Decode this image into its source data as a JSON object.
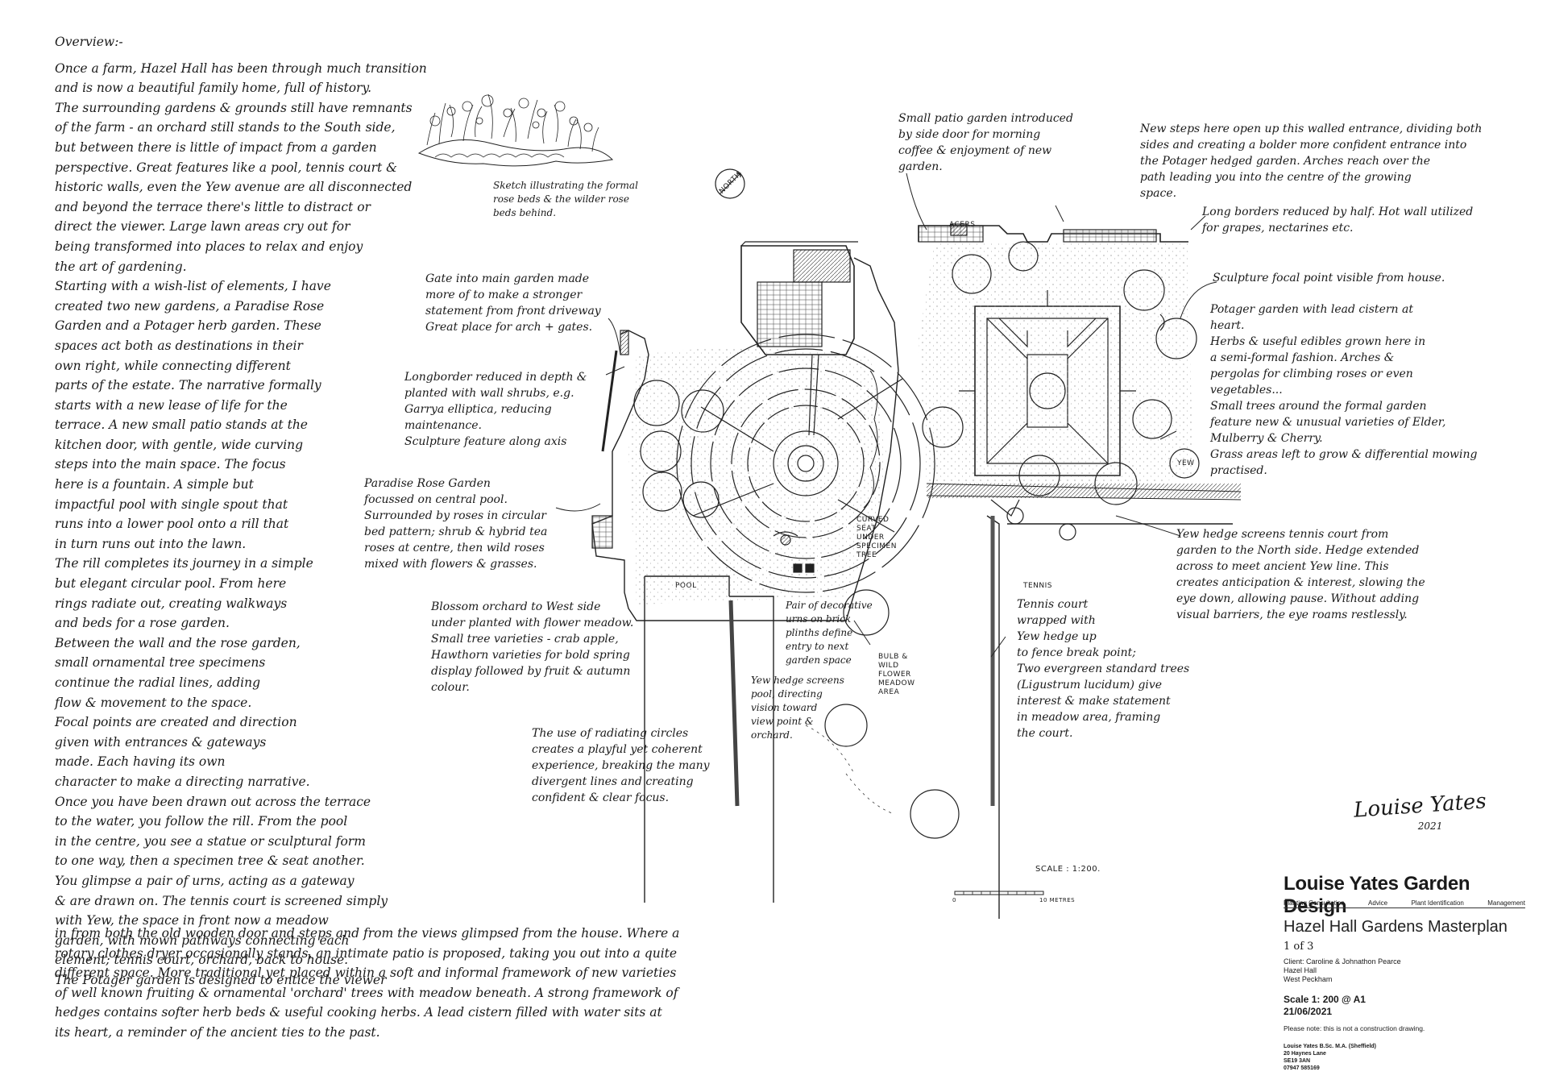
{
  "overview": {
    "heading": "Overview:-",
    "lines": [
      "Once a farm, Hazel Hall has been through much transition",
      "and is now a beautiful family home, full of history.",
      "The surrounding gardens & grounds still have remnants",
      "of the farm - an orchard still stands to the South side,",
      "but between there is little of impact from a garden",
      "perspective. Great features like a pool, tennis court &",
      "historic walls, even the Yew avenue are all disconnected",
      "and beyond the terrace there's little to distract or",
      "direct the viewer. Large lawn areas cry out for",
      "being transformed into places to relax and enjoy",
      "the art of gardening.",
      "Starting with a wish-list of elements, I have",
      "created two new gardens, a Paradise Rose",
      "Garden and a Potager herb garden. These",
      "spaces act both as destinations in their",
      "own right, while connecting different",
      "parts of the estate. The narrative formally",
      "starts with a new lease of life for the",
      "terrace. A new small patio stands at the",
      "kitchen door, with gentle, wide curving",
      "steps into the main space. The focus",
      "here is a fountain. A simple but",
      "impactful pool with single spout that",
      "runs into a lower pool onto a rill that",
      "in turn runs out into the lawn.",
      "The rill completes its journey in a simple",
      "but elegant circular pool. From here",
      "rings radiate out, creating walkways",
      "and beds for a rose garden.",
      "Between the wall and the rose garden,",
      "small ornamental tree specimens",
      "continue the radial lines, adding",
      "flow & movement to the space.",
      "Focal points are created and direction",
      "given with entrances & gateways",
      "made. Each having its own",
      "character to make a directing narrative.",
      "Once you have been drawn out across the terrace",
      "to the water, you follow the rill. From the pool",
      "in the centre, you see a statue or sculptural form",
      "to one way, then a specimen tree & seat another.",
      "You glimpse a pair of urns, acting as a gateway",
      "& are drawn on. The tennis court is screened simply",
      "with Yew, the space in front now a meadow",
      "garden, with mown pathways connecting each",
      "element; tennis court, orchard, back to house.",
      "The Potager garden is designed to entice the viewer"
    ],
    "wide_lines": [
      "in from both the old wooden door and steps and from the views glimpsed from the house. Where a",
      "rotary clothes dryer occasionally stands, an intimate patio is proposed, taking you out into a quite",
      "different space. More traditional yet placed within a soft and informal framework of new varieties",
      "of well known fruiting & ornamental 'orchard' trees with meadow beneath. A strong framework of",
      "hedges contains softer herb beds & useful cooking herbs. A lead cistern filled with water sits at",
      "its heart, a reminder of the ancient ties to the past."
    ]
  },
  "sketch_caption": [
    "Sketch illustrating the formal",
    "rose beds & the wilder rose",
    "beds behind."
  ],
  "annotations": {
    "gate": [
      "Gate into main garden made",
      "more of to make a stronger",
      "statement from front driveway",
      "Great place for arch + gates."
    ],
    "longborder": [
      "Longborder reduced in depth &",
      "planted with wall shrubs, e.g.",
      "Garrya elliptica, reducing",
      "maintenance.",
      "Sculpture feature along axis"
    ],
    "rose_garden": [
      "Paradise Rose Garden",
      "focussed on central pool.",
      "Surrounded by roses in circular",
      "bed pattern; shrub & hybrid tea",
      "roses at centre, then wild roses",
      "mixed with flowers & grasses."
    ],
    "orchard": [
      "Blossom orchard to West side",
      "under planted with flower meadow.",
      "Small tree varieties - crab apple,",
      "Hawthorn varieties for bold spring",
      "display followed by fruit & autumn",
      "colour."
    ],
    "urns": [
      "Pair of decorative",
      "urns on brick",
      "plinths define",
      "entry to next",
      "garden space"
    ],
    "yew_pool": [
      "Yew hedge screens",
      "pool, directing",
      "vision toward",
      "view point &",
      "orchard."
    ],
    "circles": [
      "The use of radiating circles",
      "creates a playful yet coherent",
      "experience, breaking the many",
      "divergent lines and creating",
      "confident & clear focus."
    ],
    "patio": [
      "Small patio garden introduced",
      "by side door for morning",
      "coffee & enjoyment of new",
      "garden."
    ],
    "steps": [
      "New steps here open up this walled entrance, dividing both",
      "sides and creating a bolder more confident entrance into",
      "the Potager hedged garden. Arches reach over the",
      "path leading you into the centre of the growing",
      "space."
    ],
    "borders": [
      "Long borders reduced by half. Hot wall utilized",
      "for grapes, nectarines etc."
    ],
    "sculpture": [
      "Sculpture focal point visible from house."
    ],
    "potager": [
      "Potager garden with lead cistern at",
      "heart.",
      "Herbs & useful edibles grown here in",
      "a semi-formal fashion. Arches &",
      "pergolas for climbing roses or even",
      "vegetables..."
    ],
    "small_trees": [
      "Small trees around the formal garden",
      "feature new & unusual varieties of Elder,",
      "Mulberry & Cherry.",
      "Grass areas left to grow & differential mowing",
      "practised."
    ],
    "yew_hedge": [
      "Yew hedge screens tennis court from",
      "garden to the North side. Hedge extended",
      "across to meet ancient Yew line. This",
      "creates anticipation & interest, slowing the",
      "eye down, allowing pause. Without adding",
      "visual barriers, the eye roams restlessly."
    ],
    "tennis": [
      "Tennis court",
      "wrapped with",
      "Yew hedge up",
      "to fence break point;",
      "Two evergreen standard trees",
      "(Ligustrum lucidum) give",
      "interest & make statement",
      "in meadow area, framing",
      "the court."
    ]
  },
  "plan_labels": {
    "pool": "POOL",
    "tennis": "TENNIS",
    "curved_seat": [
      "CURVED",
      "SEAT",
      "UNDER",
      "SPECIMEN",
      "TREE"
    ],
    "bulb": [
      "BULB &",
      "WILD",
      "FLOWER",
      "MEADOW",
      "AREA"
    ],
    "yew": "YEW",
    "acers": "ACERS",
    "north": "NORTH",
    "scale_text": "SCALE :   1:200.",
    "scale_zero": "0",
    "scale_ten": "10 METRES"
  },
  "signature": {
    "name": "Louise Yates",
    "year": "2021"
  },
  "title_block": {
    "firm": "Louise Yates Garden Design",
    "services": [
      "Planting Consultation",
      "Advice",
      "Plant Identification",
      "Management"
    ],
    "project": "Hazel Hall  Gardens Masterplan",
    "sheet": "1 of 3",
    "client": [
      "Client: Caroline & Johnathon Pearce",
      "Hazel Hall",
      "West Peckham"
    ],
    "scale": "Scale 1: 200 @ A1",
    "date": "21/06/2021",
    "disclaimer": "Please note: this is not  a construction drawing.",
    "address": [
      "Louise Yates B.Sc. M.A. (Sheffield)",
      "20 Haynes Lane",
      "SE19 3AN",
      "07947 585169"
    ]
  }
}
